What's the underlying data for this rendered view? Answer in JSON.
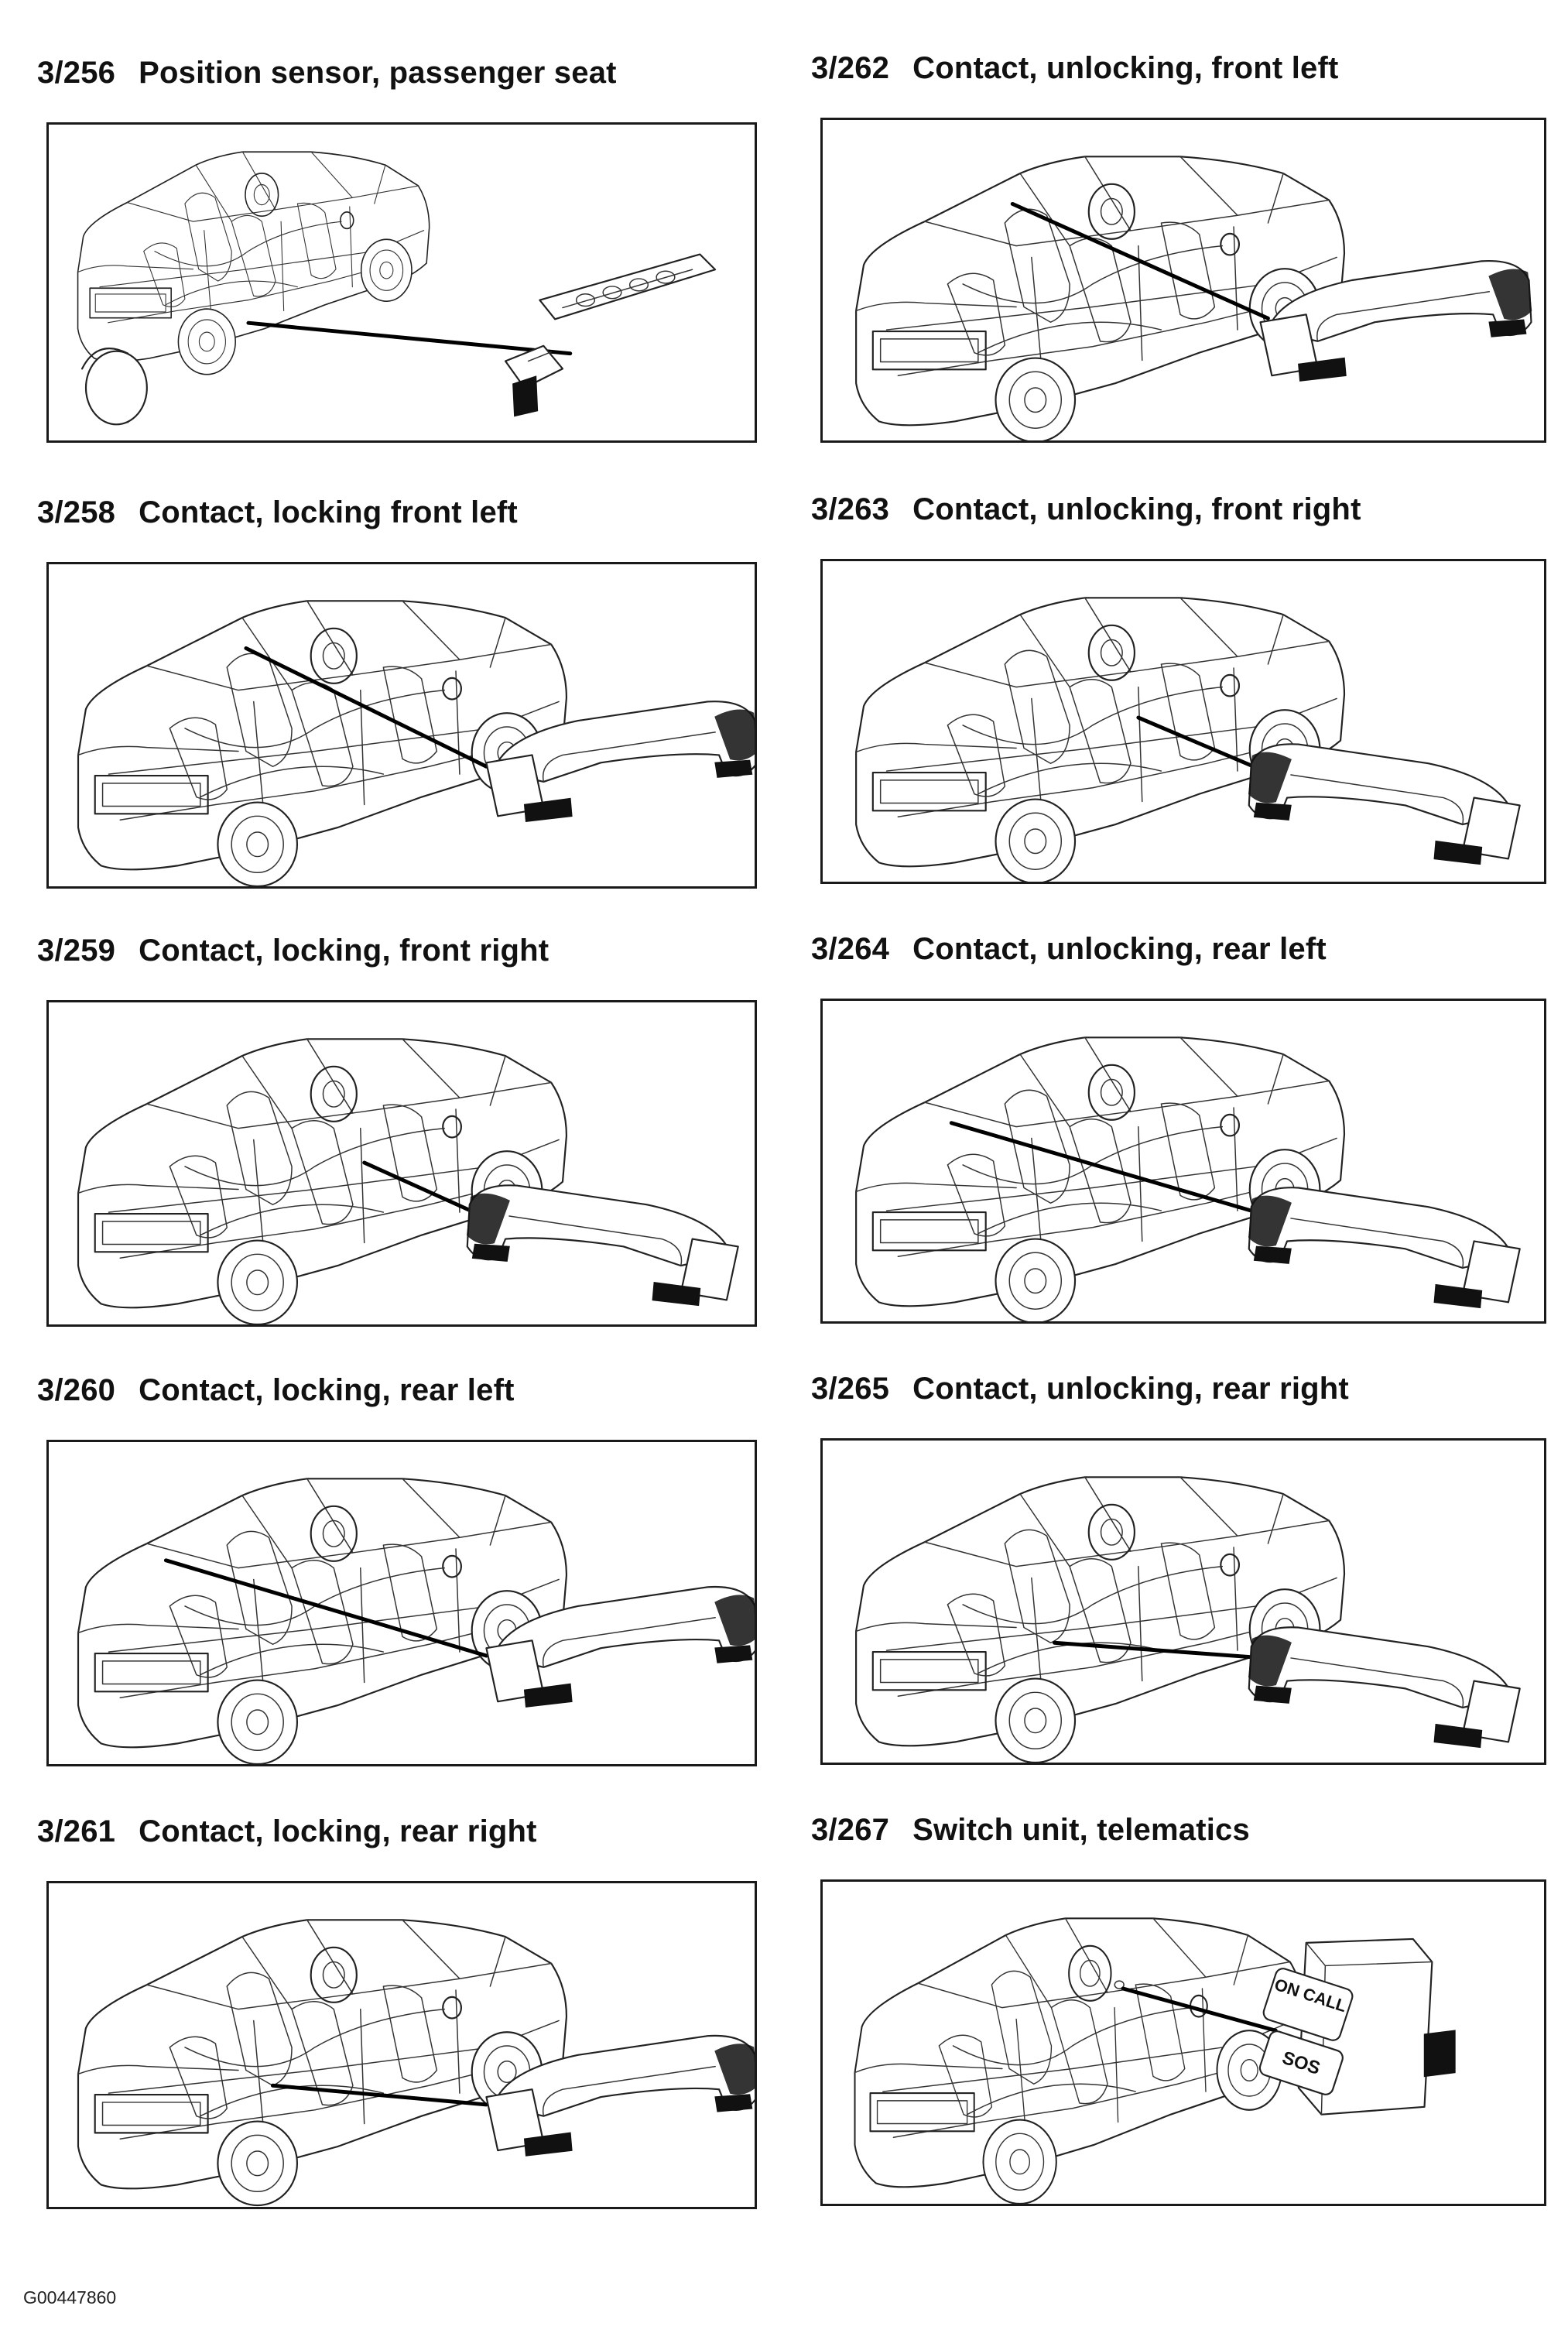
{
  "panels": [
    {
      "code": "3/256",
      "label": "Position sensor, passenger seat",
      "component": "seat-position-sensor",
      "target": "passenger-seat"
    },
    {
      "code": "3/262",
      "label": "Contact, unlocking, front left",
      "component": "door-handle",
      "target": "front-left-door"
    },
    {
      "code": "3/258",
      "label": "Contact, locking front left",
      "component": "door-handle",
      "target": "front-left-door"
    },
    {
      "code": "3/263",
      "label": "Contact, unlocking, front right",
      "component": "door-handle",
      "target": "front-right-door"
    },
    {
      "code": "3/259",
      "label": "Contact, locking, front right",
      "component": "door-handle",
      "target": "front-right-door"
    },
    {
      "code": "3/264",
      "label": "Contact, unlocking, rear left",
      "component": "door-handle",
      "target": "rear-left-door"
    },
    {
      "code": "3/260",
      "label": "Contact, locking, rear left",
      "component": "door-handle",
      "target": "rear-left-door"
    },
    {
      "code": "3/265",
      "label": "Contact, unlocking, rear right",
      "component": "door-handle",
      "target": "rear-right-door"
    },
    {
      "code": "3/261",
      "label": "Contact, locking, rear right",
      "component": "door-handle",
      "target": "rear-right-door"
    },
    {
      "code": "3/267",
      "label": "Switch unit, telematics",
      "component": "telematics-switch",
      "target": "roof-console"
    }
  ],
  "telematics_buttons": {
    "on_call": "ON CALL",
    "sos": "SOS"
  },
  "footer": {
    "figure_id": "G00447860"
  }
}
